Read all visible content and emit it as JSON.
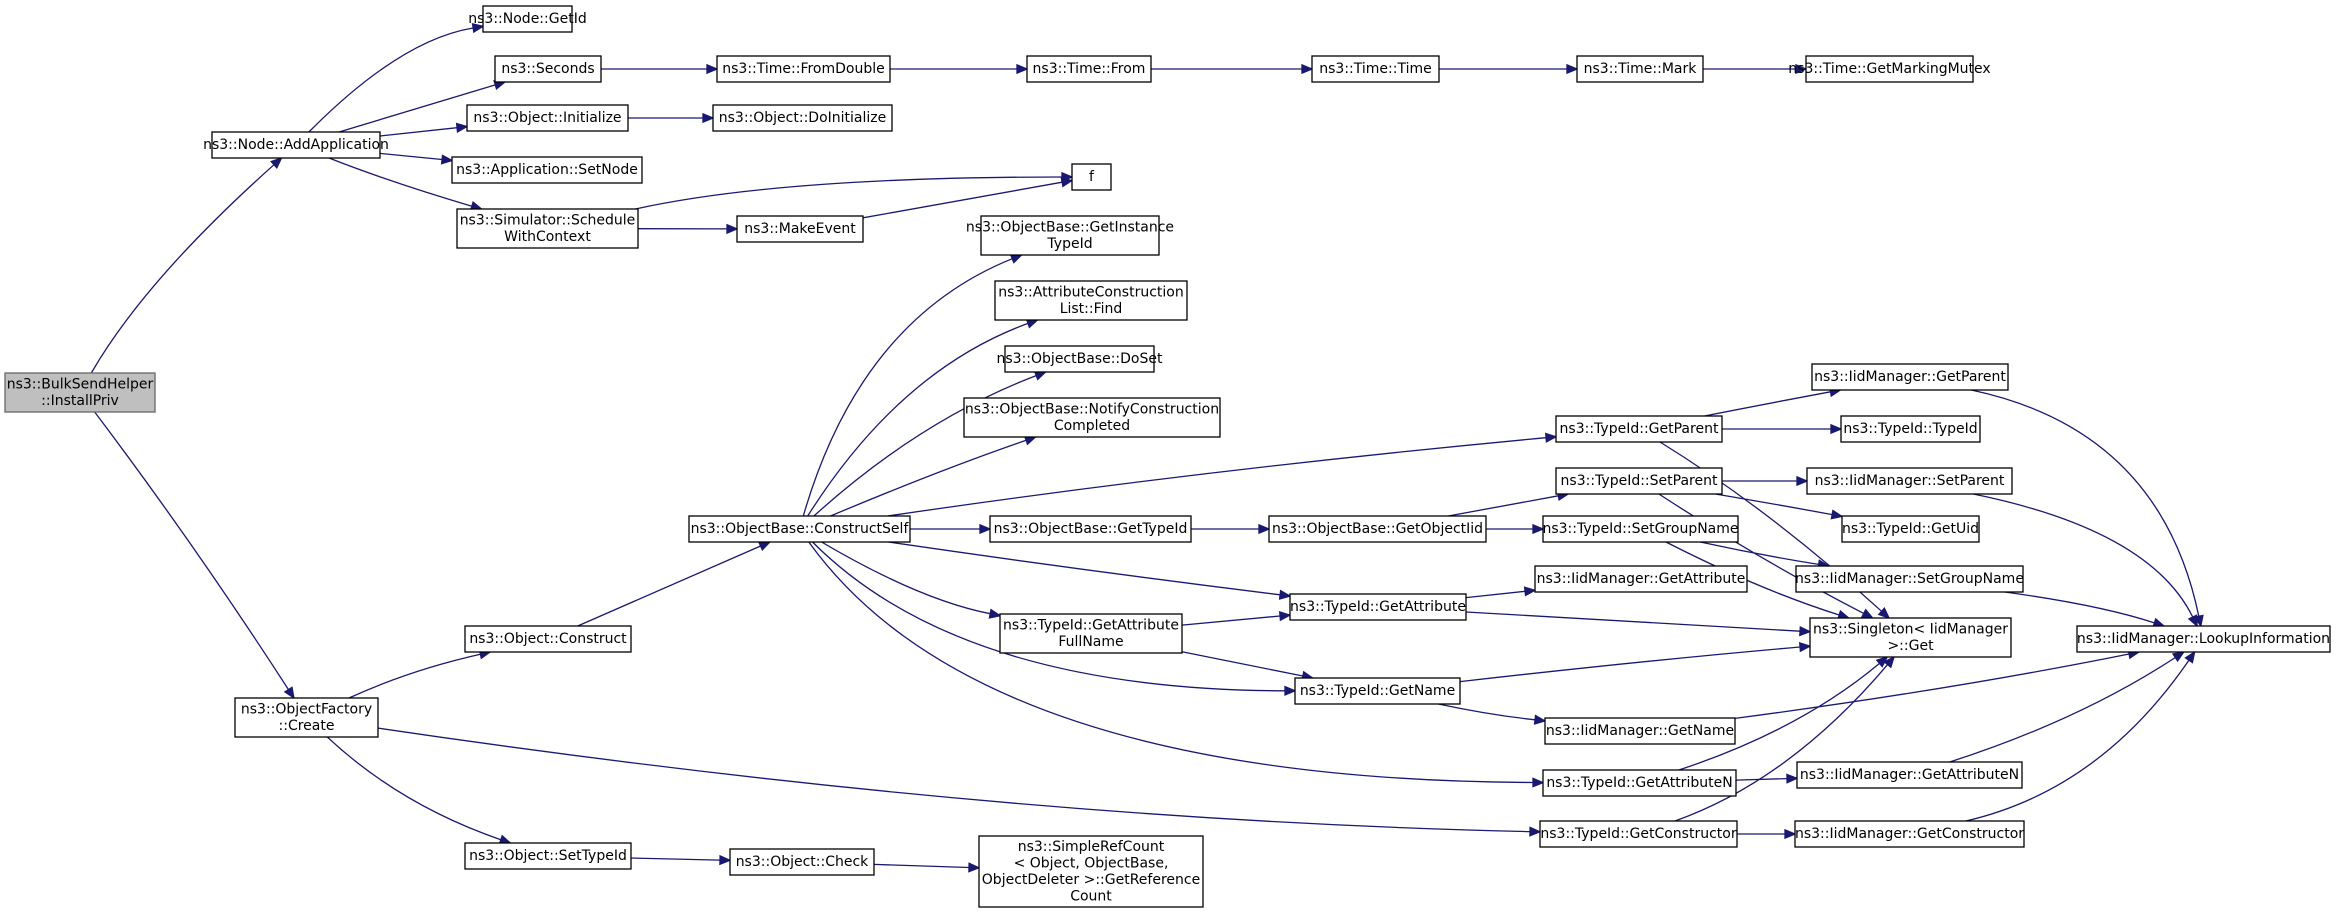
{
  "colors": {
    "edge": "#191970",
    "node_border": "#000000",
    "root_fill": "#bfbfbf",
    "root_border": "#666666",
    "background": "#ffffff"
  },
  "nodes": {
    "installpriv": [
      "ns3::BulkSendHelper",
      "::InstallPriv"
    ],
    "addapp": [
      "ns3::Node::AddApplication"
    ],
    "getid": [
      "ns3::Node::GetId"
    ],
    "seconds": [
      "ns3::Seconds"
    ],
    "fromdouble": [
      "ns3::Time::FromDouble"
    ],
    "from": [
      "ns3::Time::From"
    ],
    "time": [
      "ns3::Time::Time"
    ],
    "mark": [
      "ns3::Time::Mark"
    ],
    "getmarkingmutex": [
      "ns3::Time::GetMarkingMutex"
    ],
    "initialize": [
      "ns3::Object::Initialize"
    ],
    "doinitialize": [
      "ns3::Object::DoInitialize"
    ],
    "setnode": [
      "ns3::Application::SetNode"
    ],
    "schedulewithcontext": [
      "ns3::Simulator::Schedule",
      "WithContext"
    ],
    "makeevent": [
      "ns3::MakeEvent"
    ],
    "f": [
      "f"
    ],
    "getinstancetypeid": [
      "ns3::ObjectBase::GetInstance",
      "TypeId"
    ],
    "attrfind": [
      "ns3::AttributeConstruction",
      "List::Find"
    ],
    "doset": [
      "ns3::ObjectBase::DoSet"
    ],
    "notifyconstruction": [
      "ns3::ObjectBase::NotifyConstruction",
      "Completed"
    ],
    "constructself": [
      "ns3::ObjectBase::ConstructSelf"
    ],
    "obgettypeid": [
      "ns3::ObjectBase::GetTypeId"
    ],
    "getobjectiid": [
      "ns3::ObjectBase::GetObjectIid"
    ],
    "tgetparent": [
      "ns3::TypeId::GetParent"
    ],
    "tsetparent": [
      "ns3::TypeId::SetParent"
    ],
    "tsetgroupname": [
      "ns3::TypeId::SetGroupName"
    ],
    "tgetattribute": [
      "ns3::TypeId::GetAttribute"
    ],
    "tgetattrfullname": [
      "ns3::TypeId::GetAttribute",
      "FullName"
    ],
    "tgetname": [
      "ns3::TypeId::GetName"
    ],
    "tgetattributen": [
      "ns3::TypeId::GetAttributeN"
    ],
    "tgetconstructor": [
      "ns3::TypeId::GetConstructor"
    ],
    "construct": [
      "ns3::Object::Construct"
    ],
    "objfactorycreate": [
      "ns3::ObjectFactory",
      "::Create"
    ],
    "settypeid": [
      "ns3::Object::SetTypeId"
    ],
    "check": [
      "ns3::Object::Check"
    ],
    "getrefcount": [
      "ns3::SimpleRefCount",
      "< Object, ObjectBase,",
      "ObjectDeleter >::GetReference",
      "Count"
    ],
    "imgetparent": [
      "ns3::IidManager::GetParent"
    ],
    "typeidctor": [
      "ns3::TypeId::TypeId"
    ],
    "imsetparent": [
      "ns3::IidManager::SetParent"
    ],
    "getuid": [
      "ns3::TypeId::GetUid"
    ],
    "imsetgroupname": [
      "ns3::IidManager::SetGroupName"
    ],
    "imgetattribute": [
      "ns3::IidManager::GetAttribute"
    ],
    "singletonget": [
      "ns3::Singleton< IidManager",
      ">::Get"
    ],
    "imgetname": [
      "ns3::IidManager::GetName"
    ],
    "imgetattributen": [
      "ns3::IidManager::GetAttributeN"
    ],
    "imgetconstructor": [
      "ns3::IidManager::GetConstructor"
    ],
    "lookupinfo": [
      "ns3::IidManager::LookupInformation"
    ]
  },
  "edges": [
    [
      "installpriv",
      "addapp"
    ],
    [
      "installpriv",
      "objfactorycreate"
    ],
    [
      "addapp",
      "getid"
    ],
    [
      "addapp",
      "seconds"
    ],
    [
      "addapp",
      "initialize"
    ],
    [
      "addapp",
      "setnode"
    ],
    [
      "addapp",
      "schedulewithcontext"
    ],
    [
      "seconds",
      "fromdouble"
    ],
    [
      "fromdouble",
      "from"
    ],
    [
      "from",
      "time"
    ],
    [
      "time",
      "mark"
    ],
    [
      "mark",
      "getmarkingmutex"
    ],
    [
      "initialize",
      "doinitialize"
    ],
    [
      "schedulewithcontext",
      "f"
    ],
    [
      "schedulewithcontext",
      "makeevent"
    ],
    [
      "makeevent",
      "f"
    ],
    [
      "objfactorycreate",
      "construct"
    ],
    [
      "objfactorycreate",
      "settypeid"
    ],
    [
      "objfactorycreate",
      "tgetconstructor"
    ],
    [
      "construct",
      "constructself"
    ],
    [
      "settypeid",
      "check"
    ],
    [
      "check",
      "getrefcount"
    ],
    [
      "constructself",
      "getinstancetypeid"
    ],
    [
      "constructself",
      "attrfind"
    ],
    [
      "constructself",
      "doset"
    ],
    [
      "constructself",
      "notifyconstruction"
    ],
    [
      "constructself",
      "tgetparent"
    ],
    [
      "constructself",
      "obgettypeid"
    ],
    [
      "constructself",
      "tgetattribute"
    ],
    [
      "constructself",
      "tgetattrfullname"
    ],
    [
      "constructself",
      "tgetname"
    ],
    [
      "constructself",
      "tgetattributen"
    ],
    [
      "obgettypeid",
      "getobjectiid"
    ],
    [
      "getobjectiid",
      "tsetparent"
    ],
    [
      "getobjectiid",
      "tsetgroupname"
    ],
    [
      "tgetattrfullname",
      "tgetattribute"
    ],
    [
      "tgetattrfullname",
      "tgetname"
    ],
    [
      "tgetparent",
      "imgetparent"
    ],
    [
      "tgetparent",
      "typeidctor"
    ],
    [
      "tgetparent",
      "singletonget"
    ],
    [
      "tsetparent",
      "imsetparent"
    ],
    [
      "tsetparent",
      "getuid"
    ],
    [
      "tsetparent",
      "singletonget"
    ],
    [
      "tsetgroupname",
      "imsetgroupname"
    ],
    [
      "tsetgroupname",
      "singletonget"
    ],
    [
      "tgetattribute",
      "imgetattribute"
    ],
    [
      "tgetattribute",
      "singletonget"
    ],
    [
      "tgetname",
      "singletonget"
    ],
    [
      "tgetname",
      "imgetname"
    ],
    [
      "tgetattributen",
      "singletonget"
    ],
    [
      "tgetattributen",
      "imgetattributen"
    ],
    [
      "tgetconstructor",
      "singletonget"
    ],
    [
      "tgetconstructor",
      "imgetconstructor"
    ],
    [
      "imgetparent",
      "lookupinfo"
    ],
    [
      "imsetparent",
      "lookupinfo"
    ],
    [
      "imsetgroupname",
      "lookupinfo"
    ],
    [
      "imgetname",
      "lookupinfo"
    ],
    [
      "imgetattributen",
      "lookupinfo"
    ],
    [
      "imgetconstructor",
      "lookupinfo"
    ]
  ]
}
